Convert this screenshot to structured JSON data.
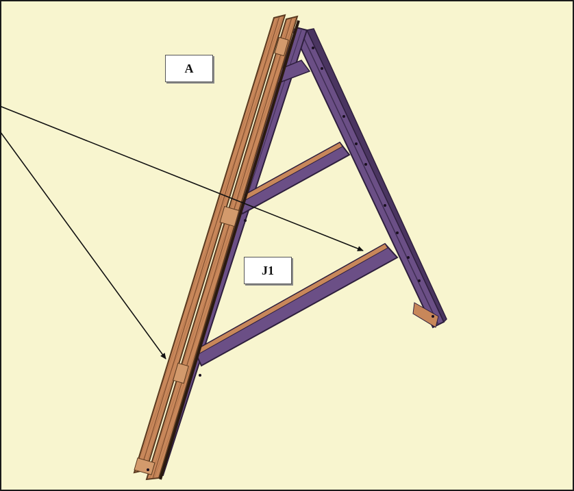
{
  "labels": {
    "a": "A",
    "j1": "J1"
  },
  "colors": {
    "background": "#f8f5cf",
    "frame_border": "#1a1a1a",
    "front_beam": "#c8875a",
    "front_beam_dark": "#7a4a2c",
    "back_beam": "#6b4f86",
    "back_beam_dark": "#3e2c52",
    "crossbar": "#6b4f86",
    "leader_line": "#111111"
  },
  "icons": {
    "front_leg": "wooden-beam",
    "back_leg": "purple-beam",
    "arrows": "leader-arrow"
  }
}
